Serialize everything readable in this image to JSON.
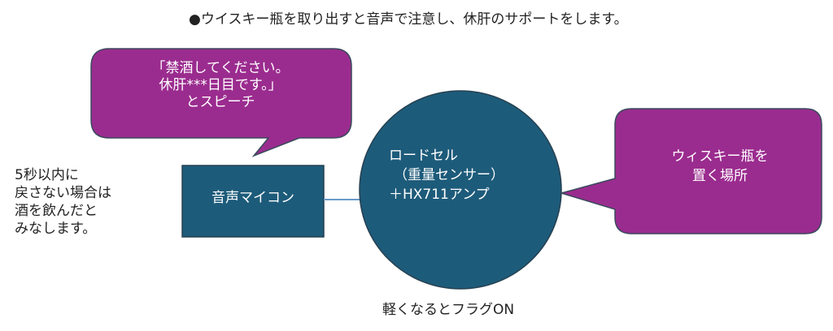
{
  "title": "●ウイスキー瓶を取り出すと音声で注意し、休肝のサポートをします。",
  "speech_bubble": {
    "lines": [
      "「禁酒してください。",
      "休肝***日目です。」",
      "とスピーチ"
    ]
  },
  "side_note": {
    "lines": [
      "5秒以内に",
      "戻さない場合は",
      "酒を飲んだと",
      "みなします。"
    ]
  },
  "voice_box": {
    "label": "音声マイコン"
  },
  "load_cell": {
    "lines": [
      "ロードセル",
      "（重量センサー）",
      "＋HX711アンプ"
    ]
  },
  "place_bubble": {
    "lines": [
      "ウィスキー瓶を",
      "置く場所"
    ]
  },
  "bottom_note": "軽くなるとフラグON",
  "colors": {
    "bubble_fill": "#9b2c8f",
    "bubble_stroke": "#3a4a5c",
    "box_fill": "#1d5b7a",
    "connector": "#6a9ac6",
    "text": "#222222"
  }
}
